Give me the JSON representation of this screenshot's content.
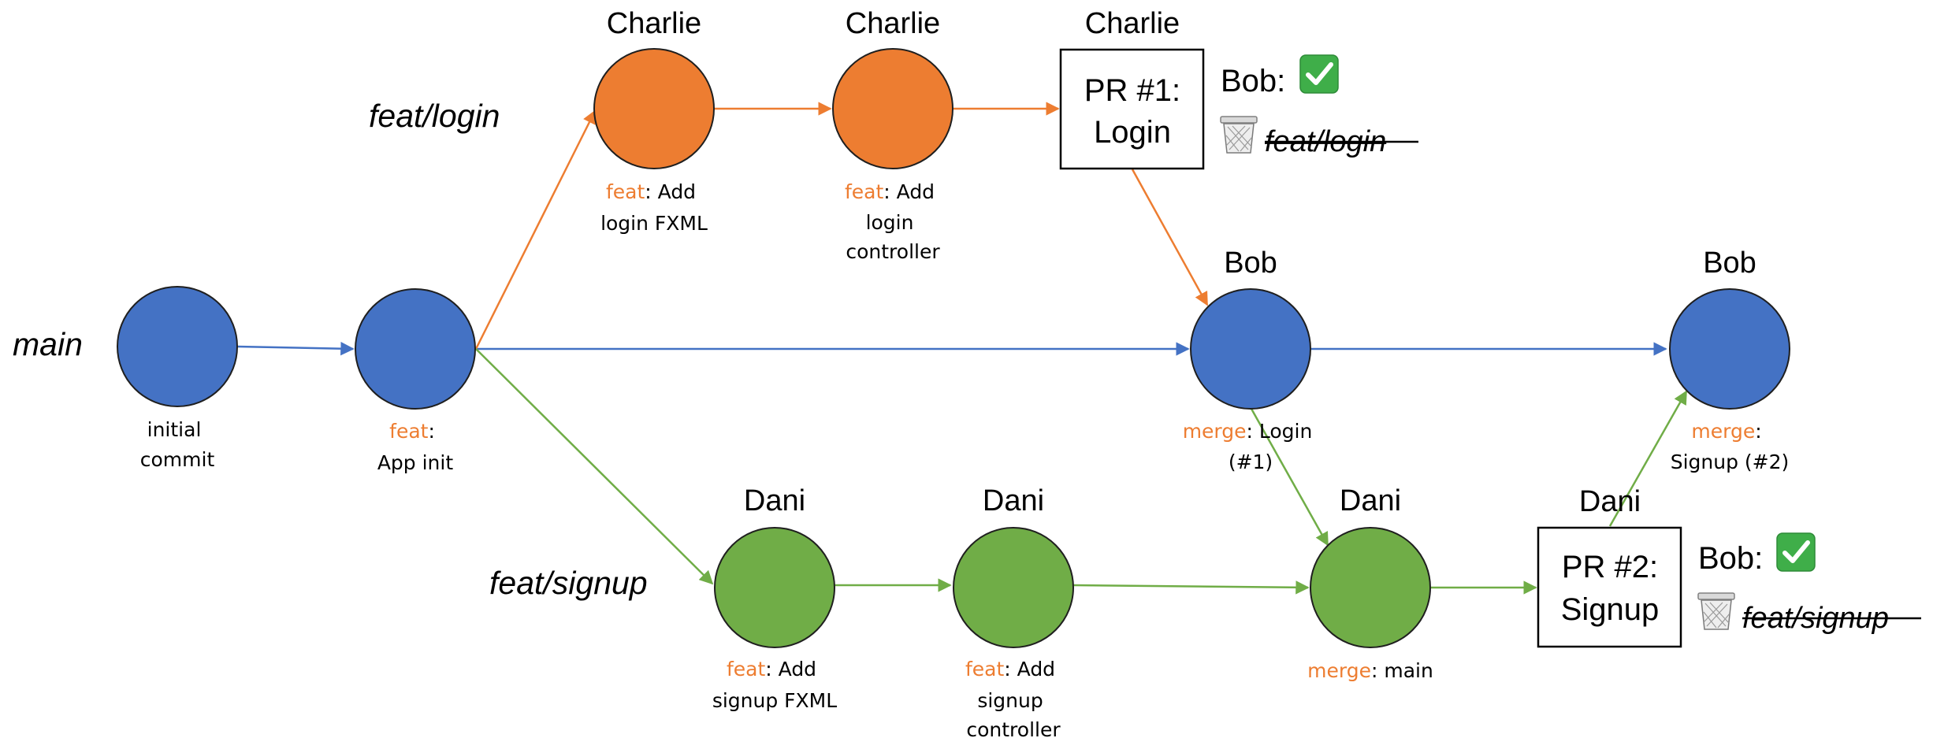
{
  "colors": {
    "main": "#4472C4",
    "login": "#ED7D31",
    "signup": "#70AD47",
    "commit_type": "#ED7D31",
    "node_stroke": "#1F1F1F",
    "check_bg": "#3FAE49"
  },
  "branches": {
    "main": "main",
    "login": "feat/login",
    "signup": "feat/signup"
  },
  "commits": {
    "m1": {
      "author": "",
      "type": "",
      "lines": [
        "initial",
        "commit"
      ]
    },
    "m2": {
      "author": "",
      "type": "feat",
      "lines": [
        ":",
        "App init"
      ]
    },
    "l1": {
      "author": "Charlie",
      "type": "feat",
      "lines": [
        ": Add",
        "login FXML"
      ]
    },
    "l2": {
      "author": "Charlie",
      "type": "feat",
      "lines": [
        ": Add",
        "login",
        "controller"
      ]
    },
    "m3": {
      "author": "Bob",
      "type": "merge",
      "lines": [
        ": Login",
        "(#1)"
      ]
    },
    "m4": {
      "author": "Bob",
      "type": "merge",
      "lines": [
        ":",
        "Signup (#2)"
      ]
    },
    "s1": {
      "author": "Dani",
      "type": "feat",
      "lines": [
        ": Add",
        "signup FXML"
      ]
    },
    "s2": {
      "author": "Dani",
      "type": "feat",
      "lines": [
        ": Add",
        "signup",
        "controller"
      ]
    },
    "s3": {
      "author": "Dani",
      "type": "merge",
      "lines": [
        ": main"
      ]
    }
  },
  "pull_requests": {
    "pr1": {
      "author": "Charlie",
      "line1": "PR #1:",
      "line2": "Login",
      "approval": "Bob:",
      "approval_icon": "check-mark-icon",
      "deleted_icon": "trash-can-icon",
      "deleted_branch": "feat/login"
    },
    "pr2": {
      "author": "Dani",
      "line1": "PR #2:",
      "line2": "Signup",
      "approval": "Bob:",
      "approval_icon": "check-mark-icon",
      "deleted_icon": "trash-can-icon",
      "deleted_branch": "feat/signup"
    }
  }
}
